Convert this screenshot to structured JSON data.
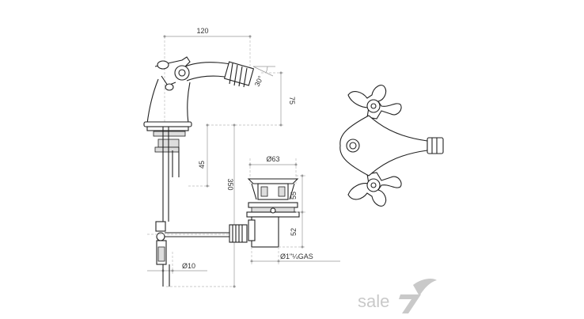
{
  "dimensions": {
    "width_top": "120",
    "angle": "30°",
    "height_spout": "75",
    "height_45": "45",
    "height_350": "350",
    "diameter_63": "Ø63",
    "height_55": "55",
    "height_52": "52",
    "thread": "Ø1\"¼GAS",
    "diameter_10": "Ø10"
  },
  "brand": {
    "text": "sale",
    "logo": "sale-7-logo"
  },
  "colors": {
    "line": "#222222",
    "dimension_line": "#999999",
    "brand_gray": "#c9c9c9"
  }
}
